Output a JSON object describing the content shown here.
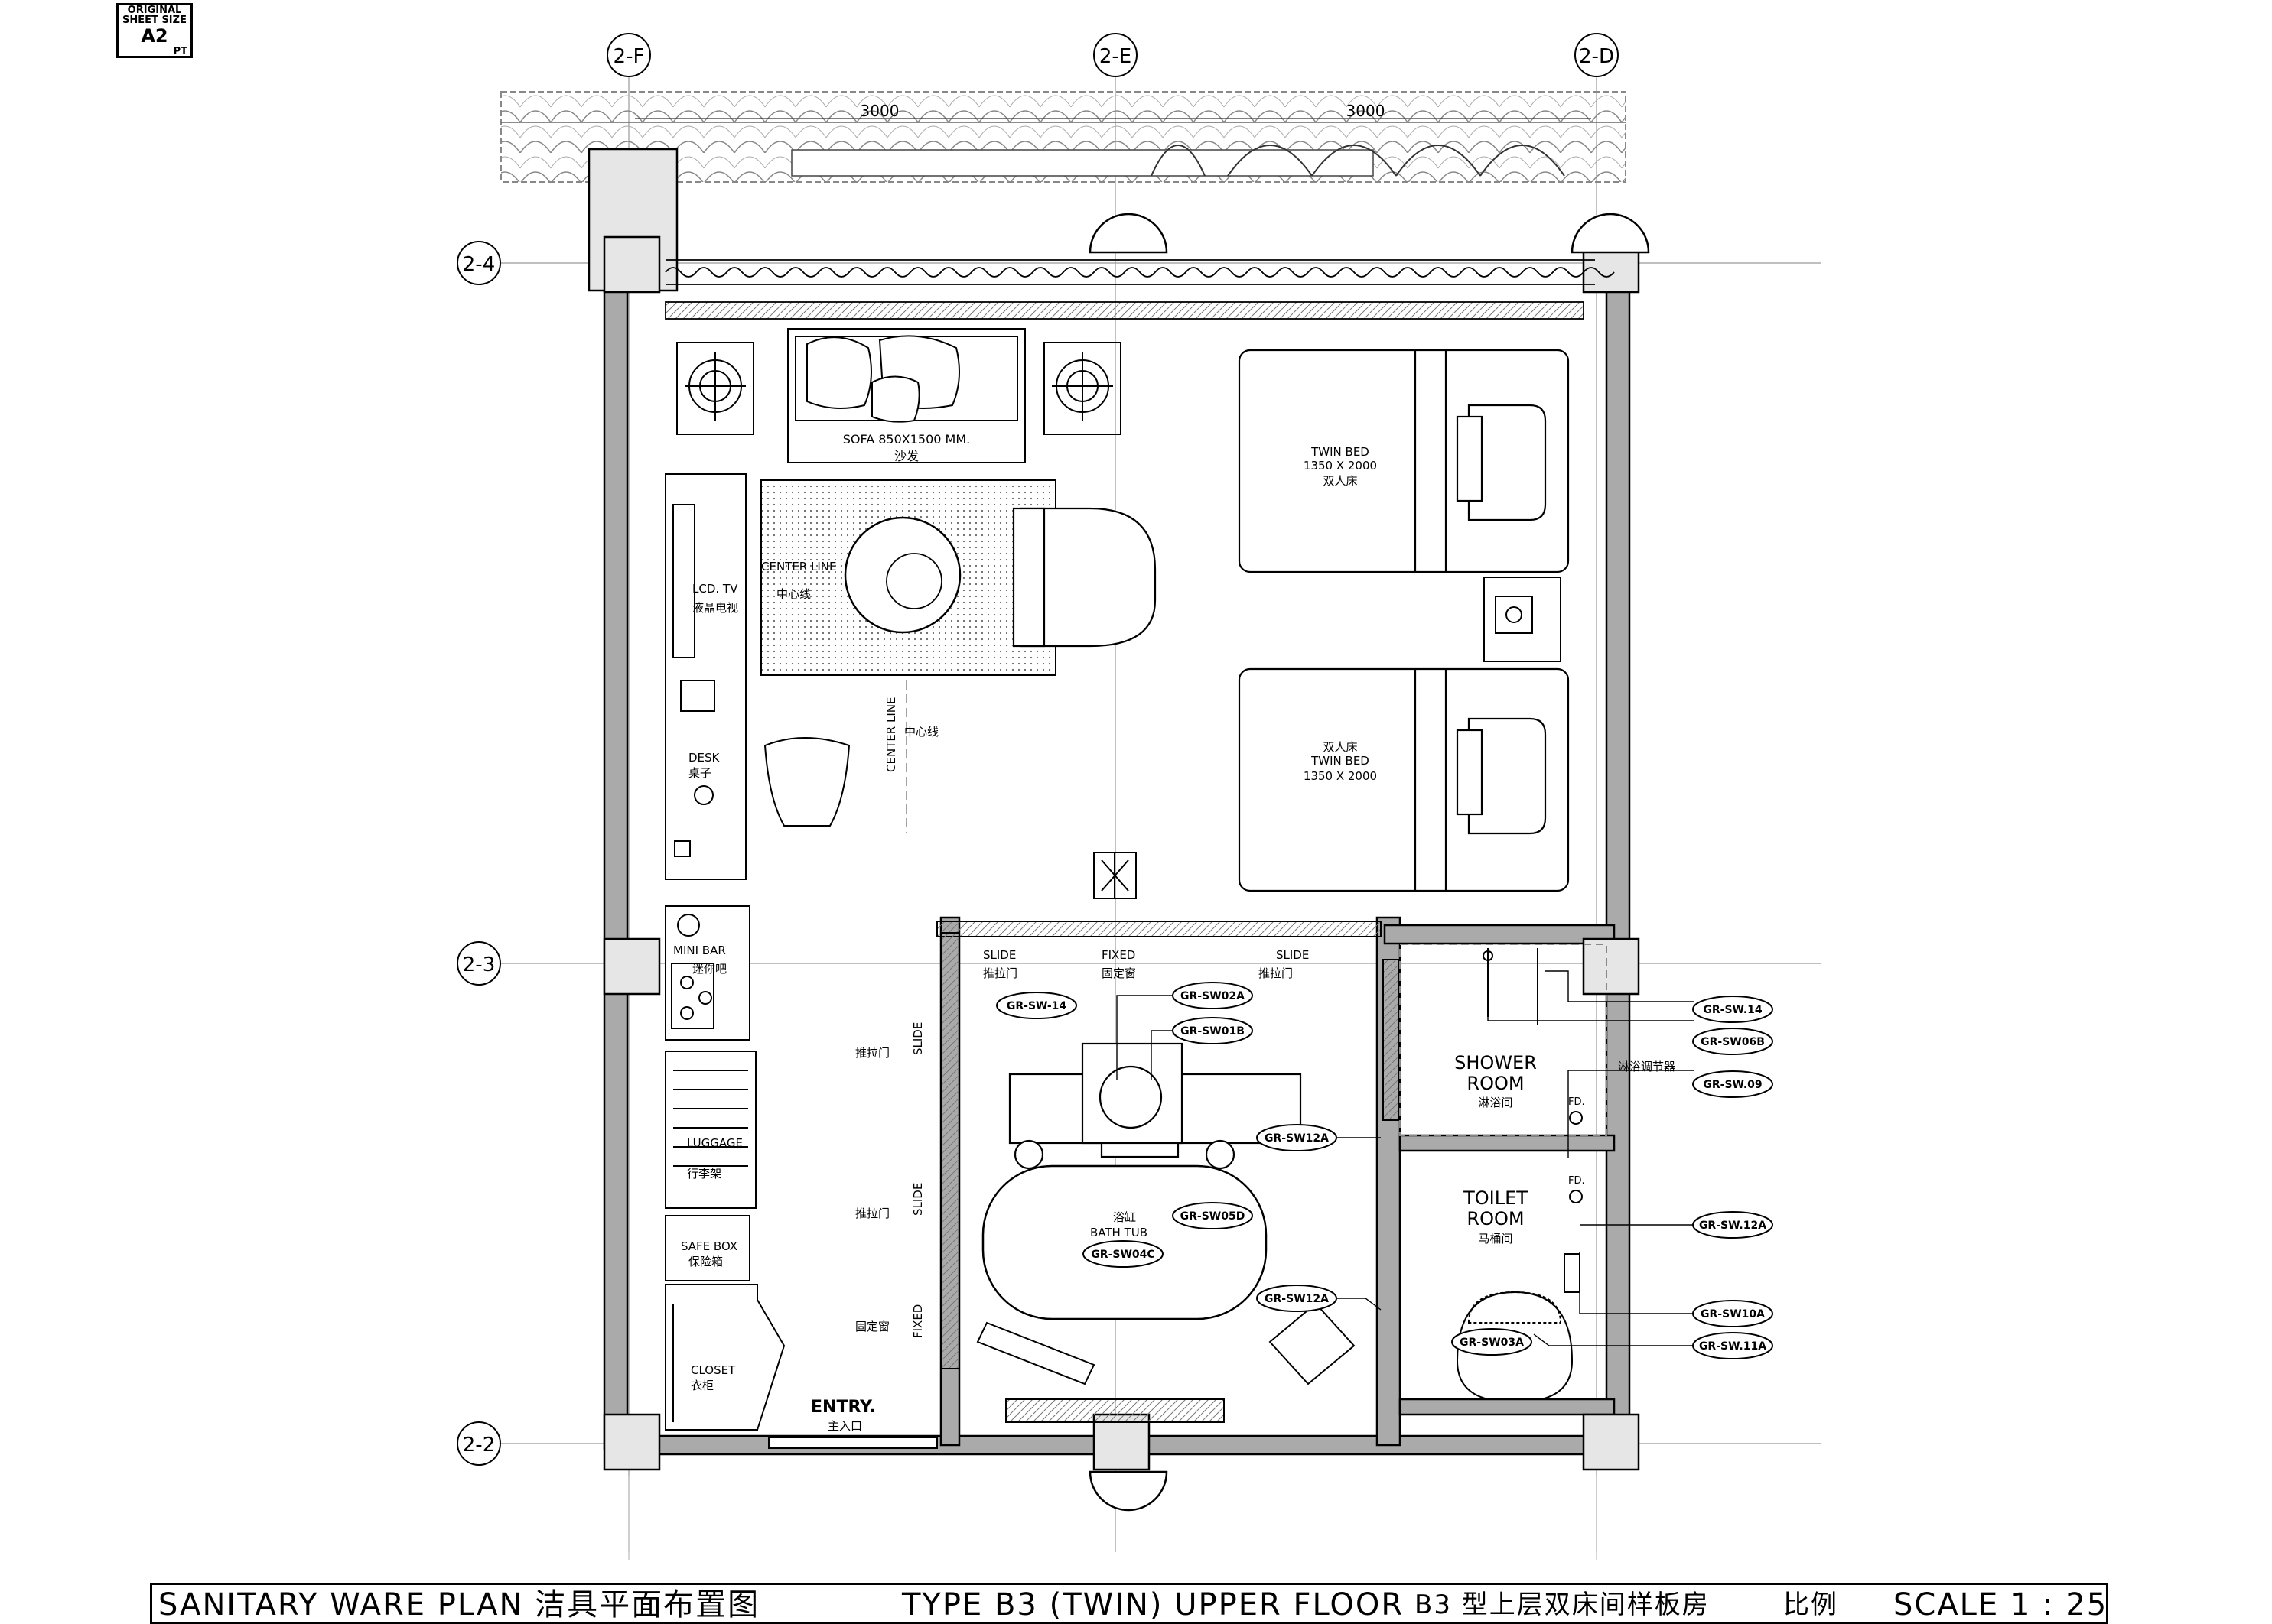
{
  "sheet": {
    "line1": "ORIGINAL",
    "line2": "SHEET SIZE",
    "size": "A2",
    "suffix": "PT"
  },
  "grid": {
    "top": [
      "2-F",
      "2-E",
      "2-D"
    ],
    "left": [
      "2-4",
      "2-3",
      "2-2"
    ]
  },
  "dims": {
    "left": "3000",
    "right": "3000"
  },
  "rooms": {
    "sofa": "SOFA 850X1500 MM.",
    "sofa_cn": "沙发",
    "center_line": "CENTER LINE",
    "center_line_cn": "中心线",
    "center_line2": "CENTER LINE",
    "center_line2_cn": "中心线",
    "tv": "LCD. TV",
    "tv_cn": "液晶电视",
    "desk": "DESK",
    "desk_cn": "桌子",
    "bed1": [
      "TWIN BED",
      "1350 X 2000",
      "双人床"
    ],
    "bed2": [
      "双人床",
      "TWIN BED",
      "1350 X 2000"
    ],
    "minibar": "MINI BAR",
    "minibar_cn": "迷你吧",
    "luggage": "LUGGAGE",
    "luggage_cn": "行李架",
    "safe": "SAFE BOX",
    "safe_cn": "保险箱",
    "closet": "CLOSET",
    "closet_cn": "衣柜",
    "entry": "ENTRY.",
    "entry_cn": "主入口",
    "slide": "SLIDE",
    "fixed": "FIXED",
    "slide_cn": "推拉门",
    "fixed_cn": "固定窗",
    "slide_side": "SLIDE",
    "slide_side_cn": "推拉门",
    "slide_side2": "SLIDE",
    "slide_side2_cn": "推拉门",
    "fixed_side": "FIXED",
    "fixed_side_cn": "固定窗",
    "bathtub_cn": "浴缸",
    "bathtub": "BATH TUB",
    "shower": [
      "SHOWER",
      "ROOM"
    ],
    "shower_cn": "淋浴间",
    "toilet": [
      "TOILET",
      "ROOM"
    ],
    "toilet_cn": "马桶间",
    "mixer_cn": "淋浴调节器",
    "fd": "FD."
  },
  "tags": {
    "sw14a": "GR-SW-14",
    "sw02a": "GR-SW02A",
    "sw01b": "GR-SW01B",
    "sw12a_1": "GR-SW12A",
    "sw05d": "GR-SW05D",
    "sw04c": "GR-SW04C",
    "sw12a_2": "GR-SW12A",
    "r14": "GR-SW.14",
    "r06b": "GR-SW06B",
    "r09": "GR-SW.09",
    "r12a": "GR-SW.12A",
    "r10a": "GR-SW10A",
    "r11a": "GR-SW.11A",
    "sw03a": "GR-SW03A"
  },
  "title": {
    "left": "SANITARY  WARE  PLAN 洁具平面布置图",
    "center": "TYPE  B3  (TWIN)  UPPER  FLOOR",
    "center_cn": "B3 型上层双床间样板房",
    "scale_cn": "比例",
    "scale": "SCALE 1 : 25"
  }
}
